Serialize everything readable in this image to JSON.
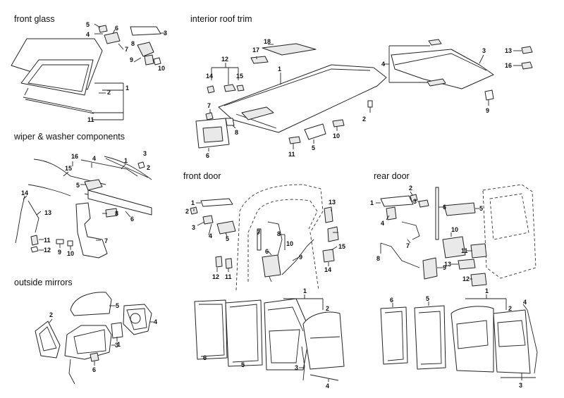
{
  "sections": {
    "front_glass": {
      "title": "front glass",
      "callouts": [
        "1",
        "2",
        "3",
        "4",
        "5",
        "6",
        "7",
        "8",
        "9",
        "10",
        "11"
      ]
    },
    "interior_roof_trim": {
      "title": "interior roof trim",
      "callouts": [
        "1",
        "2",
        "3",
        "4",
        "5",
        "6",
        "7",
        "8",
        "9",
        "10",
        "11",
        "12",
        "13",
        "14",
        "15",
        "16",
        "17",
        "18"
      ]
    },
    "wiper_washer": {
      "title": "wiper & washer components",
      "callouts": [
        "1",
        "2",
        "3",
        "4",
        "5",
        "6",
        "7",
        "8",
        "9",
        "10",
        "11",
        "12",
        "13",
        "14",
        "15",
        "16"
      ]
    },
    "front_door": {
      "title": "front door",
      "callouts": [
        "1",
        "2",
        "3",
        "4",
        "5",
        "6",
        "7",
        "8",
        "9",
        "10",
        "11",
        "12",
        "13",
        "14",
        "15"
      ]
    },
    "rear_door": {
      "title": "rear door",
      "callouts": [
        "1",
        "2",
        "3",
        "4",
        "5",
        "6",
        "7",
        "8",
        "9",
        "10",
        "11",
        "12",
        "13"
      ]
    },
    "outside_mirrors": {
      "title": "outside mirrors",
      "callouts": [
        "1",
        "2",
        "3",
        "4",
        "5",
        "6"
      ]
    }
  }
}
